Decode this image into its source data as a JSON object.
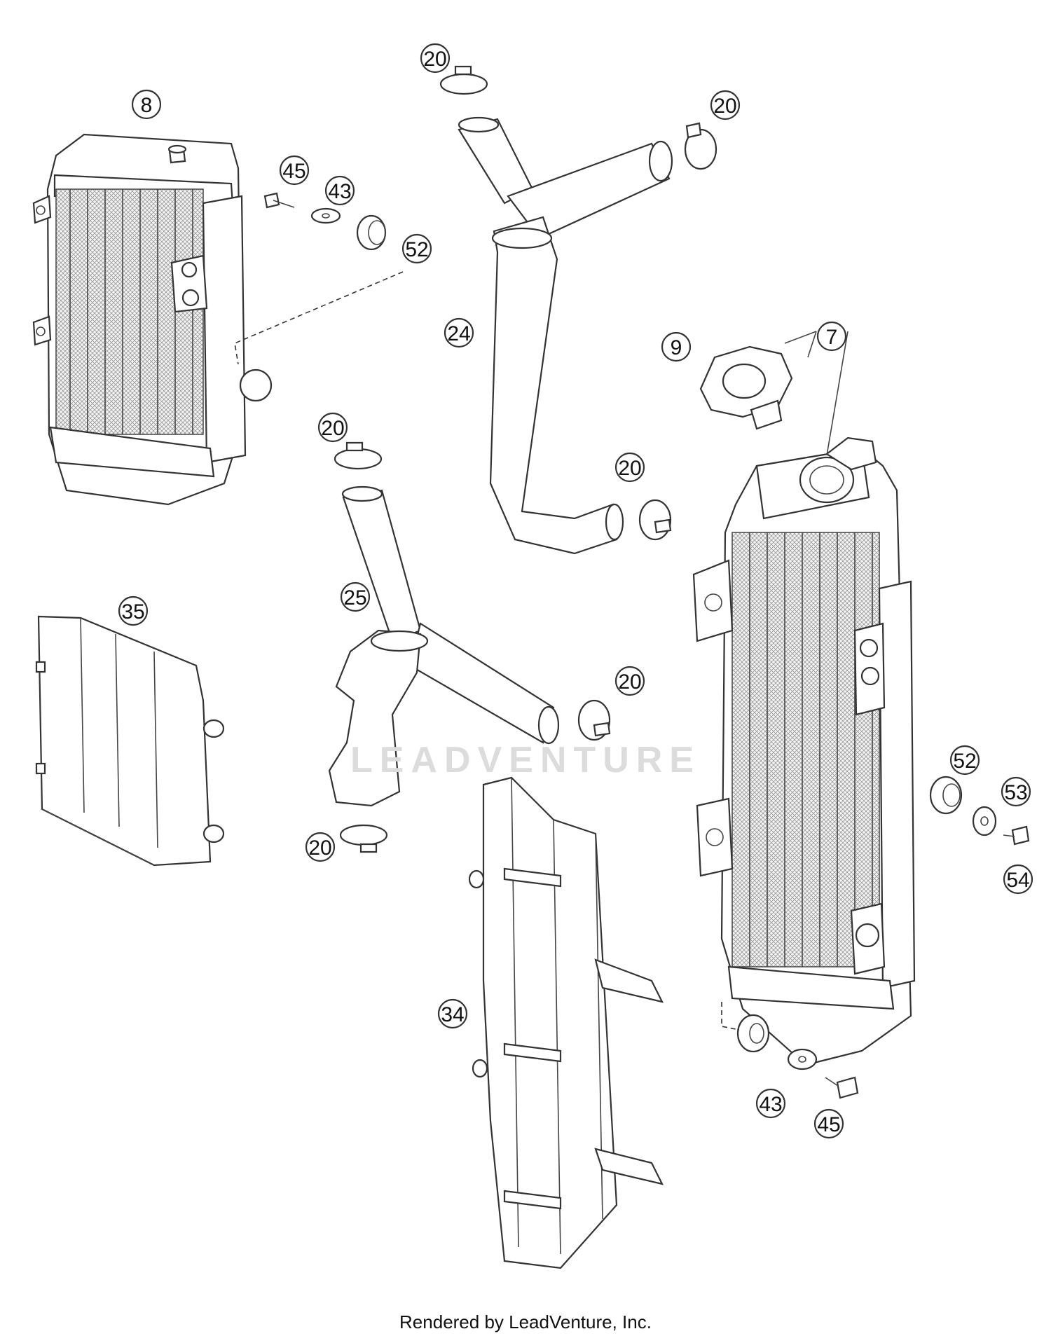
{
  "watermark": "LEADVENTURE",
  "footer": "Rendered by LeadVenture, Inc.",
  "callouts": [
    {
      "id": "c-8-a",
      "label": "8"
    },
    {
      "id": "c-20-a",
      "label": "20"
    },
    {
      "id": "c-20-b",
      "label": "20"
    },
    {
      "id": "c-45-a",
      "label": "45"
    },
    {
      "id": "c-43-a",
      "label": "43"
    },
    {
      "id": "c-52-a",
      "label": "52"
    },
    {
      "id": "c-24",
      "label": "24"
    },
    {
      "id": "c-9",
      "label": "9"
    },
    {
      "id": "c-7",
      "label": "7"
    },
    {
      "id": "c-20-c",
      "label": "20"
    },
    {
      "id": "c-20-d",
      "label": "20"
    },
    {
      "id": "c-25",
      "label": "25"
    },
    {
      "id": "c-35",
      "label": "35"
    },
    {
      "id": "c-20-e",
      "label": "20"
    },
    {
      "id": "c-20-f",
      "label": "20"
    },
    {
      "id": "c-52-b",
      "label": "52"
    },
    {
      "id": "c-53",
      "label": "53"
    },
    {
      "id": "c-54",
      "label": "54"
    },
    {
      "id": "c-34",
      "label": "34"
    },
    {
      "id": "c-43-b",
      "label": "43"
    },
    {
      "id": "c-45-b",
      "label": "45"
    }
  ]
}
